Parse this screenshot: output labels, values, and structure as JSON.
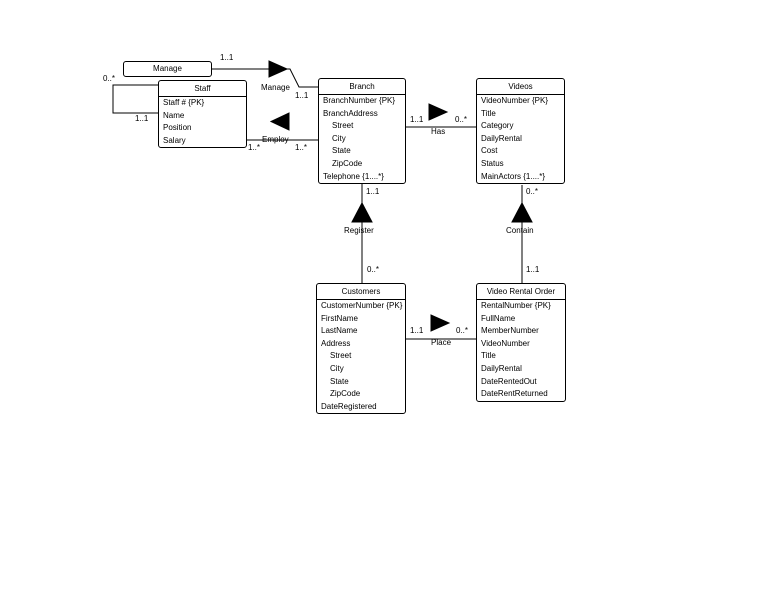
{
  "diagram": {
    "colors": {
      "background": "#ffffff",
      "line": "#000000",
      "shape_fill": "#ffffff",
      "text": "#000000"
    },
    "entities": {
      "manage_box": {
        "title": "Manage"
      },
      "staff": {
        "title": "Staff",
        "attributes": [
          "Staff # {PK}",
          "Name",
          "Position",
          "Salary"
        ]
      },
      "branch": {
        "title": "Branch",
        "attributes": [
          "BranchNumber {PK}",
          "BranchAddress",
          "Street",
          "City",
          "State",
          "ZipCode",
          "Telephone {1....*}"
        ]
      },
      "videos": {
        "title": "Videos",
        "attributes": [
          "VideoNumber {PK}",
          "Title",
          "Category",
          "DailyRental",
          "Cost",
          "Status",
          "MainActors {1....*}"
        ]
      },
      "customers": {
        "title": "Customers",
        "attributes": [
          "CustomerNumber {PK}",
          "FirstName",
          "LastName",
          "Address",
          "Street",
          "City",
          "State",
          "ZipCode",
          "DateRegistered"
        ]
      },
      "video_rental_order": {
        "title": "Video Rental Order",
        "attributes": [
          "RentalNumber {PK}",
          "FullName",
          "MemberNumber",
          "VideoNumber",
          "Title",
          "DailyRental",
          "DateRentedOut",
          "DateRentReturned"
        ]
      }
    },
    "relationships": {
      "self_manage": {
        "mult_source": "0..*",
        "mult_target": "1..1"
      },
      "manage": {
        "label": "Manage",
        "mult_source": "1..1",
        "mult_target": "1..1"
      },
      "employ": {
        "label": "Employ",
        "mult_source": "1..*",
        "mult_target": "1..*"
      },
      "has": {
        "label": "Has",
        "mult_source": "1..1",
        "mult_target": "0..*"
      },
      "register": {
        "label": "Register",
        "mult_source": "1..1",
        "mult_target": "0..*"
      },
      "contain": {
        "label": "Contain",
        "mult_source": "0..*",
        "mult_target": "1..1"
      },
      "place": {
        "label": "Place",
        "mult_source": "1..1",
        "mult_target": "0..*"
      }
    }
  }
}
